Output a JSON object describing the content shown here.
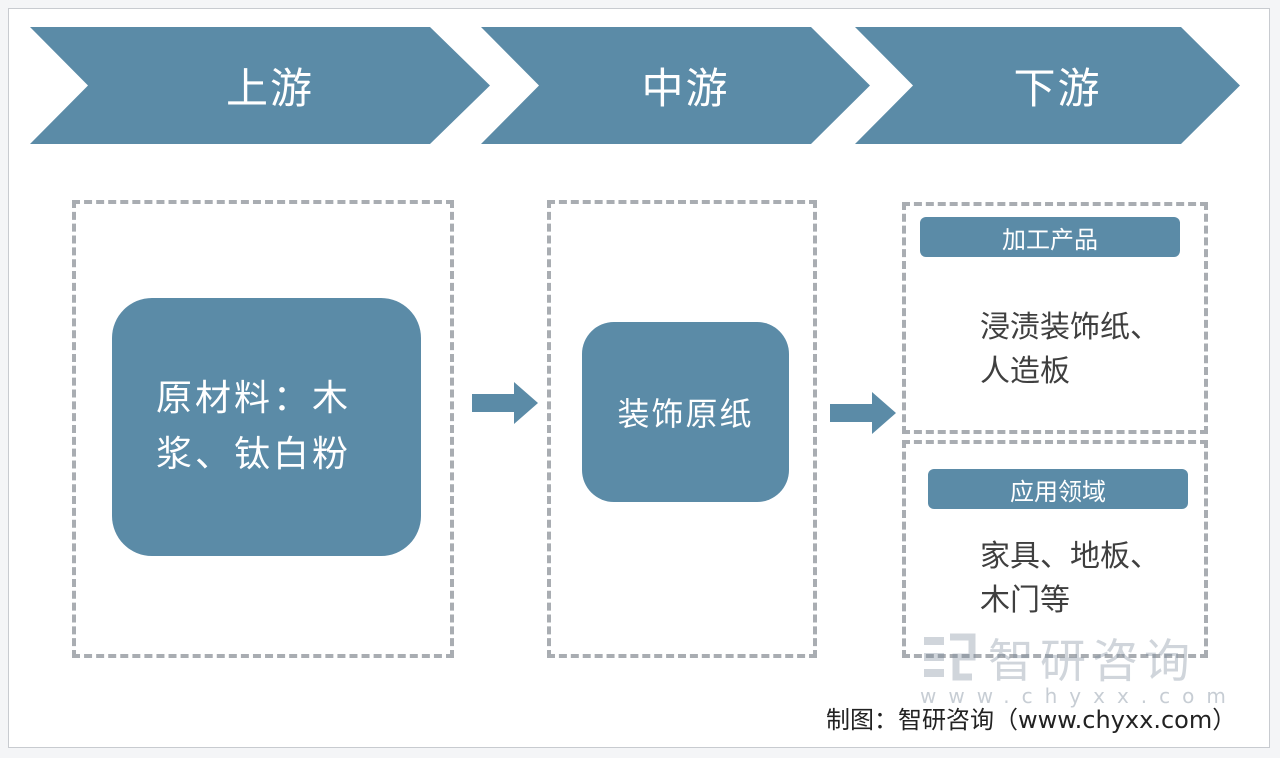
{
  "stages": [
    {
      "label": "上游"
    },
    {
      "label": "中游"
    },
    {
      "label": "下游"
    }
  ],
  "upstream": {
    "text_line1": "原材料：木",
    "text_line2": "浆、钛白粉"
  },
  "midstream": {
    "text": "装饰原纸"
  },
  "downstream": {
    "processed": {
      "title": "加工产品",
      "line1": "浸渍装饰纸、",
      "line2": "人造板"
    },
    "application": {
      "title": "应用领域",
      "line1": "家具、地板、",
      "line2": "木门等"
    }
  },
  "watermark": {
    "brand": "智研咨询",
    "url": "www.chyxx.com"
  },
  "credit": "制图：智研咨询（www.chyxx.com）",
  "colors": {
    "primary": "#5b8ba7",
    "dash": "#a9adb2",
    "text": "#3f3f3f"
  }
}
